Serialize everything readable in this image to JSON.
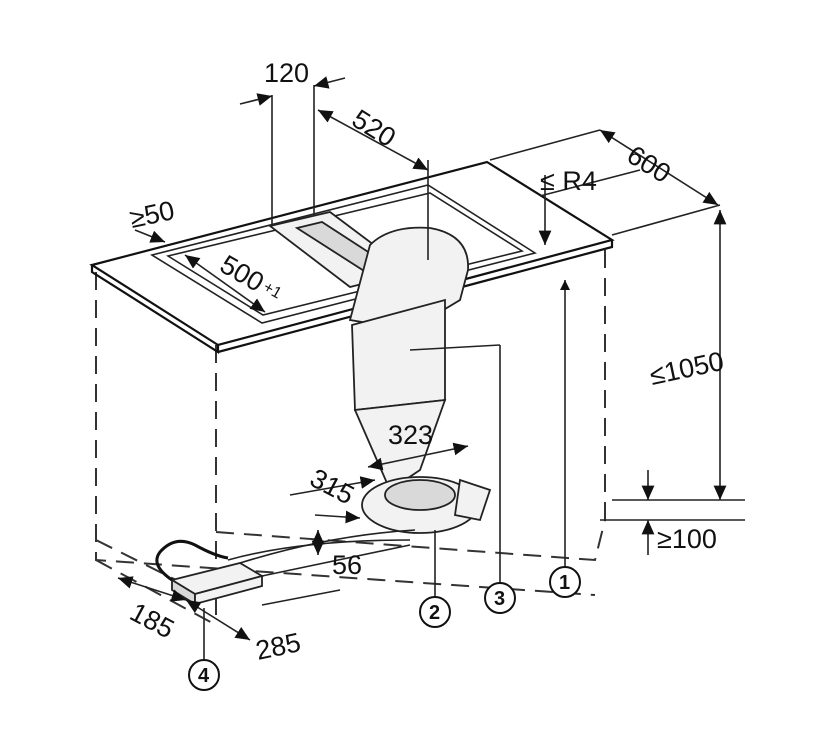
{
  "dimensions": {
    "d120": "120",
    "d520": "520",
    "d600": "600",
    "r4": "≤ R4",
    "min50": "≥50",
    "d500": "500",
    "tol500": "+1",
    "max1050": "≤1050",
    "d323": "323",
    "d315": "315",
    "d56": "56",
    "min100": "≥100",
    "d185": "185",
    "d285": "285"
  },
  "callouts": {
    "c1": "1",
    "c2": "2",
    "c3": "3",
    "c4": "4"
  }
}
